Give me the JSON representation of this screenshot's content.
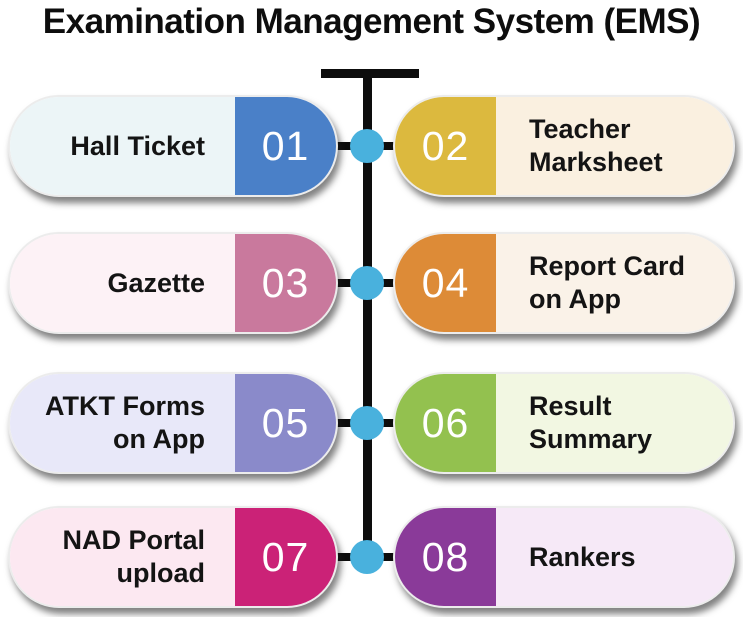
{
  "title": "Examination Management System (EMS)",
  "timeline": {
    "line_color": "#0d0d0d",
    "dot_color": "#49b1dd"
  },
  "rows": [
    {
      "left": {
        "number": "01",
        "label": "Hall Ticket",
        "number_color": "#4a80c8",
        "label_bg": "#ecf5f7"
      },
      "right": {
        "number": "02",
        "label": "Teacher\nMarksheet",
        "number_color": "#dcb93e",
        "label_bg": "#faf0e0"
      }
    },
    {
      "left": {
        "number": "03",
        "label": "Gazette",
        "number_color": "#c9799d",
        "label_bg": "#fdf2f6"
      },
      "right": {
        "number": "04",
        "label": "Report Card\non App",
        "number_color": "#dd8b37",
        "label_bg": "#faf2e8"
      }
    },
    {
      "left": {
        "number": "05",
        "label": "ATKT Forms\non App",
        "number_color": "#8a8aca",
        "label_bg": "#e8e8f9"
      },
      "right": {
        "number": "06",
        "label": "Result\nSummary",
        "number_color": "#93c14f",
        "label_bg": "#f2f7e2"
      }
    },
    {
      "left": {
        "number": "07",
        "label": "NAD Portal\nupload",
        "number_color": "#cb2277",
        "label_bg": "#fce8f1"
      },
      "right": {
        "number": "08",
        "label": "Rankers",
        "number_color": "#8a3a99",
        "label_bg": "#f6e9f7"
      }
    }
  ]
}
